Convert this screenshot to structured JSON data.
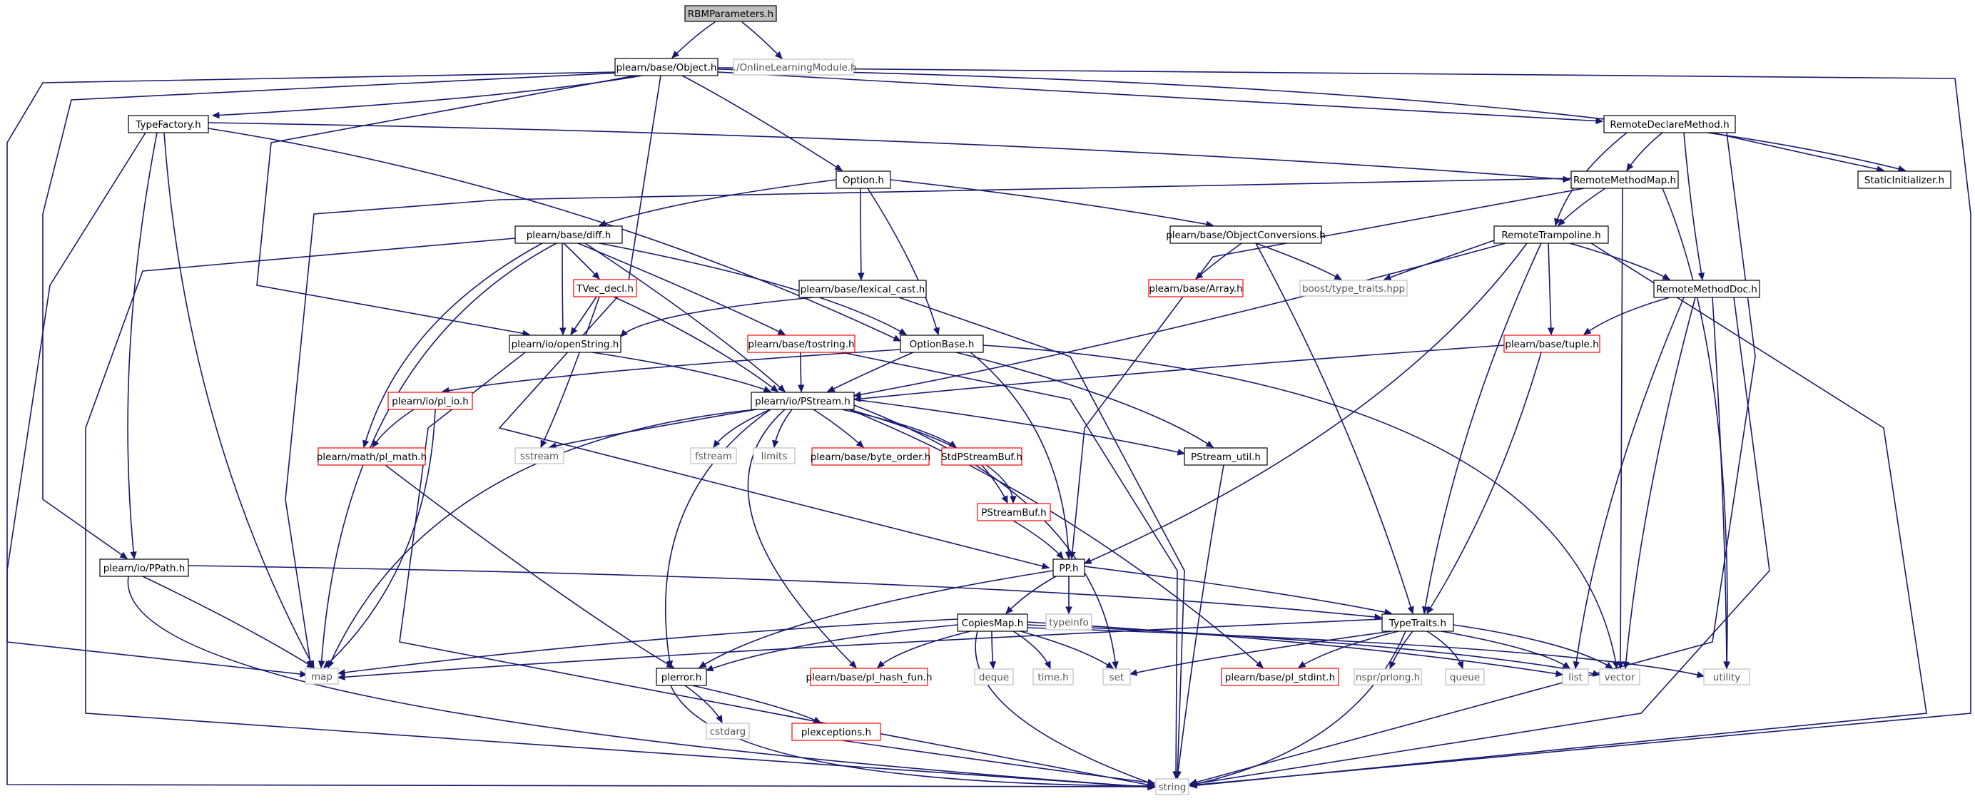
{
  "colors": {
    "edge": "#191970",
    "root_fill": "#bfbfbf",
    "box_border": "#000000",
    "box_border_unresolved": "#ff0000",
    "box_border_external": "#bfbfbf",
    "label": "#000000"
  },
  "nodes": [
    {
      "id": "rbmparameters",
      "label": "RBMParameters.h",
      "style": "root"
    },
    {
      "id": "object",
      "label": "plearn/base/Object.h",
      "style": "normal"
    },
    {
      "id": "onlinelearning",
      "label": "../OnlineLearningModule.h",
      "style": "ext"
    },
    {
      "id": "typefactory",
      "label": "TypeFactory.h",
      "style": "normal"
    },
    {
      "id": "option",
      "label": "Option.h",
      "style": "normal"
    },
    {
      "id": "remotedeclare",
      "label": "RemoteDeclareMethod.h",
      "style": "normal"
    },
    {
      "id": "remotemethodmap",
      "label": "RemoteMethodMap.h",
      "style": "normal"
    },
    {
      "id": "staticinit",
      "label": "StaticInitializer.h",
      "style": "normal"
    },
    {
      "id": "diff",
      "label": "plearn/base/diff.h",
      "style": "normal"
    },
    {
      "id": "objconv",
      "label": "plearn/base/ObjectConversions.h",
      "style": "normal"
    },
    {
      "id": "remotetramp",
      "label": "RemoteTrampoline.h",
      "style": "normal"
    },
    {
      "id": "tvecdecl",
      "label": "TVec_decl.h",
      "style": "red"
    },
    {
      "id": "lexicalcast",
      "label": "plearn/base/lexical_cast.h",
      "style": "normal"
    },
    {
      "id": "array",
      "label": "plearn/base/Array.h",
      "style": "red"
    },
    {
      "id": "typetraitshpp",
      "label": "boost/type_traits.hpp",
      "style": "ext"
    },
    {
      "id": "remotemethoddoc",
      "label": "RemoteMethodDoc.h",
      "style": "normal"
    },
    {
      "id": "openstring",
      "label": "plearn/io/openString.h",
      "style": "normal"
    },
    {
      "id": "tostring",
      "label": "plearn/base/tostring.h",
      "style": "red"
    },
    {
      "id": "optionbase",
      "label": "OptionBase.h",
      "style": "normal"
    },
    {
      "id": "tuple",
      "label": "plearn/base/tuple.h",
      "style": "red"
    },
    {
      "id": "plio",
      "label": "plearn/io/pl_io.h",
      "style": "red"
    },
    {
      "id": "pstream",
      "label": "plearn/io/PStream.h",
      "style": "normal"
    },
    {
      "id": "sstream",
      "label": "sstream",
      "style": "ext"
    },
    {
      "id": "plmath",
      "label": "plearn/math/pl_math.h",
      "style": "red"
    },
    {
      "id": "fstream",
      "label": "fstream",
      "style": "ext"
    },
    {
      "id": "limits",
      "label": "limits",
      "style": "ext"
    },
    {
      "id": "byteorder",
      "label": "plearn/base/byte_order.h",
      "style": "red"
    },
    {
      "id": "stdpstreambuf",
      "label": "StdPStreamBuf.h",
      "style": "red"
    },
    {
      "id": "pstreamutil",
      "label": "PStream_util.h",
      "style": "normal"
    },
    {
      "id": "pstreambuf",
      "label": "PStreamBuf.h",
      "style": "red"
    },
    {
      "id": "ppath",
      "label": "plearn/io/PPath.h",
      "style": "normal"
    },
    {
      "id": "pp",
      "label": "PP.h",
      "style": "normal"
    },
    {
      "id": "typeinfo",
      "label": "typeinfo",
      "style": "ext"
    },
    {
      "id": "copiesmap",
      "label": "CopiesMap.h",
      "style": "normal"
    },
    {
      "id": "typetraits",
      "label": "TypeTraits.h",
      "style": "normal"
    },
    {
      "id": "map",
      "label": "map",
      "style": "ext"
    },
    {
      "id": "plerror",
      "label": "plerror.h",
      "style": "normal"
    },
    {
      "id": "plhashfun",
      "label": "plearn/base/pl_hash_fun.h",
      "style": "red"
    },
    {
      "id": "deque",
      "label": "deque",
      "style": "ext"
    },
    {
      "id": "timeh",
      "label": "time.h",
      "style": "ext"
    },
    {
      "id": "set",
      "label": "set",
      "style": "ext"
    },
    {
      "id": "plstdint",
      "label": "plearn/base/pl_stdint.h",
      "style": "red"
    },
    {
      "id": "nsprprlong",
      "label": "nspr/prlong.h",
      "style": "ext"
    },
    {
      "id": "queue",
      "label": "queue",
      "style": "ext"
    },
    {
      "id": "list",
      "label": "list",
      "style": "ext"
    },
    {
      "id": "vector",
      "label": "vector",
      "style": "ext"
    },
    {
      "id": "utility",
      "label": "utility",
      "style": "ext"
    },
    {
      "id": "cstdarg",
      "label": "cstdarg",
      "style": "ext"
    },
    {
      "id": "plexceptions",
      "label": "plexceptions.h",
      "style": "red"
    },
    {
      "id": "string",
      "label": "string",
      "style": "ext"
    }
  ],
  "edges": [
    [
      "rbmparameters",
      "object"
    ],
    [
      "rbmparameters",
      "onlinelearning"
    ],
    [
      "object",
      "typefactory"
    ],
    [
      "object",
      "option"
    ],
    [
      "object",
      "remotedeclare"
    ],
    [
      "object",
      "staticinit"
    ],
    [
      "object",
      "map"
    ],
    [
      "object",
      "ppath"
    ],
    [
      "object",
      "openstring"
    ],
    [
      "object",
      "pp"
    ],
    [
      "object",
      "string"
    ],
    [
      "typefactory",
      "remotemethodmap"
    ],
    [
      "typefactory",
      "optionbase"
    ],
    [
      "typefactory",
      "ppath"
    ],
    [
      "typefactory",
      "map"
    ],
    [
      "typefactory",
      "string"
    ],
    [
      "option",
      "diff"
    ],
    [
      "option",
      "objconv"
    ],
    [
      "option",
      "lexicalcast"
    ],
    [
      "option",
      "optionbase"
    ],
    [
      "remotedeclare",
      "remotemethodmap"
    ],
    [
      "remotedeclare",
      "staticinit"
    ],
    [
      "remotedeclare",
      "remotetramp"
    ],
    [
      "remotedeclare",
      "remotemethoddoc"
    ],
    [
      "remotedeclare",
      "string"
    ],
    [
      "remotemethodmap",
      "remotetramp"
    ],
    [
      "remotemethodmap",
      "map"
    ],
    [
      "remotemethodmap",
      "pp"
    ],
    [
      "remotemethodmap",
      "vector"
    ],
    [
      "remotemethodmap",
      "utility"
    ],
    [
      "diff",
      "tvecdecl"
    ],
    [
      "diff",
      "openstring"
    ],
    [
      "diff",
      "tostring"
    ],
    [
      "diff",
      "optionbase"
    ],
    [
      "diff",
      "pstream"
    ],
    [
      "diff",
      "plmath"
    ],
    [
      "diff",
      "map"
    ],
    [
      "diff",
      "string"
    ],
    [
      "objconv",
      "array"
    ],
    [
      "objconv",
      "typetraitshpp"
    ],
    [
      "objconv",
      "typetraits"
    ],
    [
      "remotetramp",
      "typetraitshpp"
    ],
    [
      "remotetramp",
      "remotemethoddoc"
    ],
    [
      "remotetramp",
      "tuple"
    ],
    [
      "remotetramp",
      "pstream"
    ],
    [
      "remotetramp",
      "pp"
    ],
    [
      "remotetramp",
      "typetraits"
    ],
    [
      "remotetramp",
      "string"
    ],
    [
      "tvecdecl",
      "openstring"
    ],
    [
      "tvecdecl",
      "pstream"
    ],
    [
      "tvecdecl",
      "sstream"
    ],
    [
      "lexicalcast",
      "openstring"
    ],
    [
      "lexicalcast",
      "string"
    ],
    [
      "remotemethoddoc",
      "tuple"
    ],
    [
      "remotemethoddoc",
      "list"
    ],
    [
      "remotemethoddoc",
      "vector"
    ],
    [
      "remotemethoddoc",
      "utility"
    ],
    [
      "remotemethoddoc",
      "string"
    ],
    [
      "openstring",
      "pstream"
    ],
    [
      "openstring",
      "string"
    ],
    [
      "tostring",
      "pstream"
    ],
    [
      "tostring",
      "string"
    ],
    [
      "optionbase",
      "plio"
    ],
    [
      "optionbase",
      "pstream"
    ],
    [
      "optionbase",
      "pstreamutil"
    ],
    [
      "optionbase",
      "pp"
    ],
    [
      "optionbase",
      "vector"
    ],
    [
      "tuple",
      "pstream"
    ],
    [
      "tuple",
      "typetraits"
    ],
    [
      "plio",
      "plmath"
    ],
    [
      "plio",
      "map"
    ],
    [
      "pstream",
      "sstream"
    ],
    [
      "pstream",
      "fstream"
    ],
    [
      "pstream",
      "limits"
    ],
    [
      "pstream",
      "byteorder"
    ],
    [
      "pstream",
      "stdpstreambuf"
    ],
    [
      "pstream",
      "pstreamutil"
    ],
    [
      "pstream",
      "pstreambuf"
    ],
    [
      "pstream",
      "map"
    ],
    [
      "pstream",
      "plerror"
    ],
    [
      "pstream",
      "plhashfun"
    ],
    [
      "pstream",
      "plstdint"
    ],
    [
      "pstream",
      "set"
    ],
    [
      "plmath",
      "plerror"
    ],
    [
      "stdpstreambuf",
      "pstreambuf"
    ],
    [
      "pstreambuf",
      "pp"
    ],
    [
      "pstreamutil",
      "string"
    ],
    [
      "ppath",
      "typetraits"
    ],
    [
      "ppath",
      "map"
    ],
    [
      "ppath",
      "string"
    ],
    [
      "pp",
      "typeinfo"
    ],
    [
      "pp",
      "copiesmap"
    ],
    [
      "pp",
      "typetraits"
    ],
    [
      "pp",
      "plerror"
    ],
    [
      "copiesmap",
      "map"
    ],
    [
      "copiesmap",
      "plerror"
    ],
    [
      "copiesmap",
      "plhashfun"
    ],
    [
      "copiesmap",
      "deque"
    ],
    [
      "copiesmap",
      "timeh"
    ],
    [
      "copiesmap",
      "set"
    ],
    [
      "copiesmap",
      "list"
    ],
    [
      "copiesmap",
      "vector"
    ],
    [
      "copiesmap",
      "utility"
    ],
    [
      "copiesmap",
      "string"
    ],
    [
      "typetraits",
      "map"
    ],
    [
      "typetraits",
      "set"
    ],
    [
      "typetraits",
      "plstdint"
    ],
    [
      "typetraits",
      "nsprprlong"
    ],
    [
      "typetraits",
      "queue"
    ],
    [
      "typetraits",
      "list"
    ],
    [
      "typetraits",
      "vector"
    ],
    [
      "typetraits",
      "string"
    ],
    [
      "plerror",
      "cstdarg"
    ],
    [
      "plerror",
      "plexceptions"
    ],
    [
      "plerror",
      "string"
    ],
    [
      "plexceptions",
      "string"
    ]
  ]
}
